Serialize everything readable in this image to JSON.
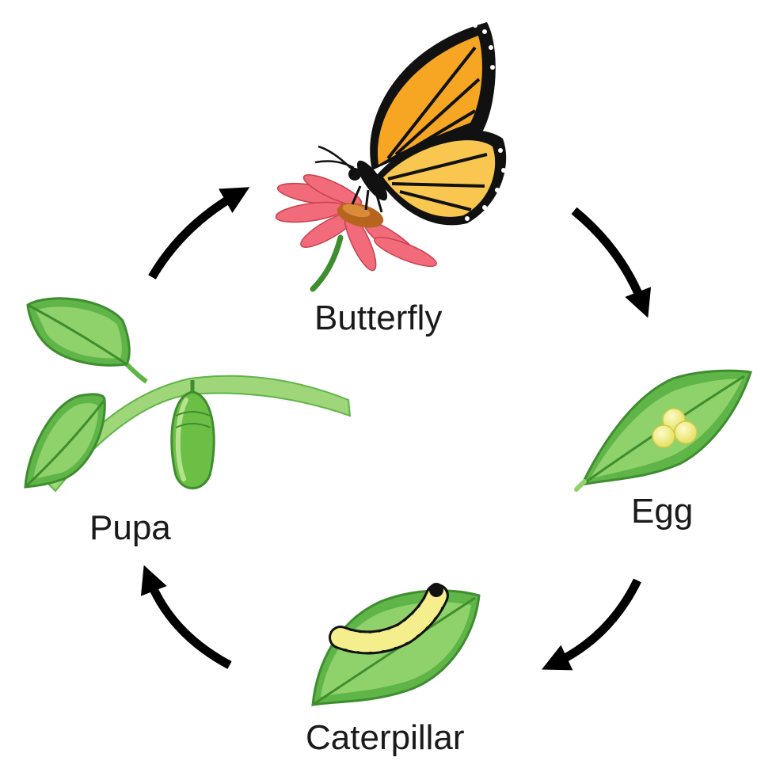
{
  "stages": {
    "butterfly": "Butterfly",
    "egg": "Egg",
    "caterpillar": "Caterpillar",
    "pupa": "Pupa"
  },
  "colors": {
    "leaf_light": "#8fd16a",
    "leaf_mid": "#5fb548",
    "leaf_dark": "#3e8d2f",
    "wing_orange": "#f6a623",
    "wing_yellow": "#f9c74f",
    "wing_black": "#111111",
    "petal_pink": "#f26b7a",
    "flower_center": "#b5651d",
    "egg_yellow": "#f3f08a",
    "arrow": "#000000"
  }
}
